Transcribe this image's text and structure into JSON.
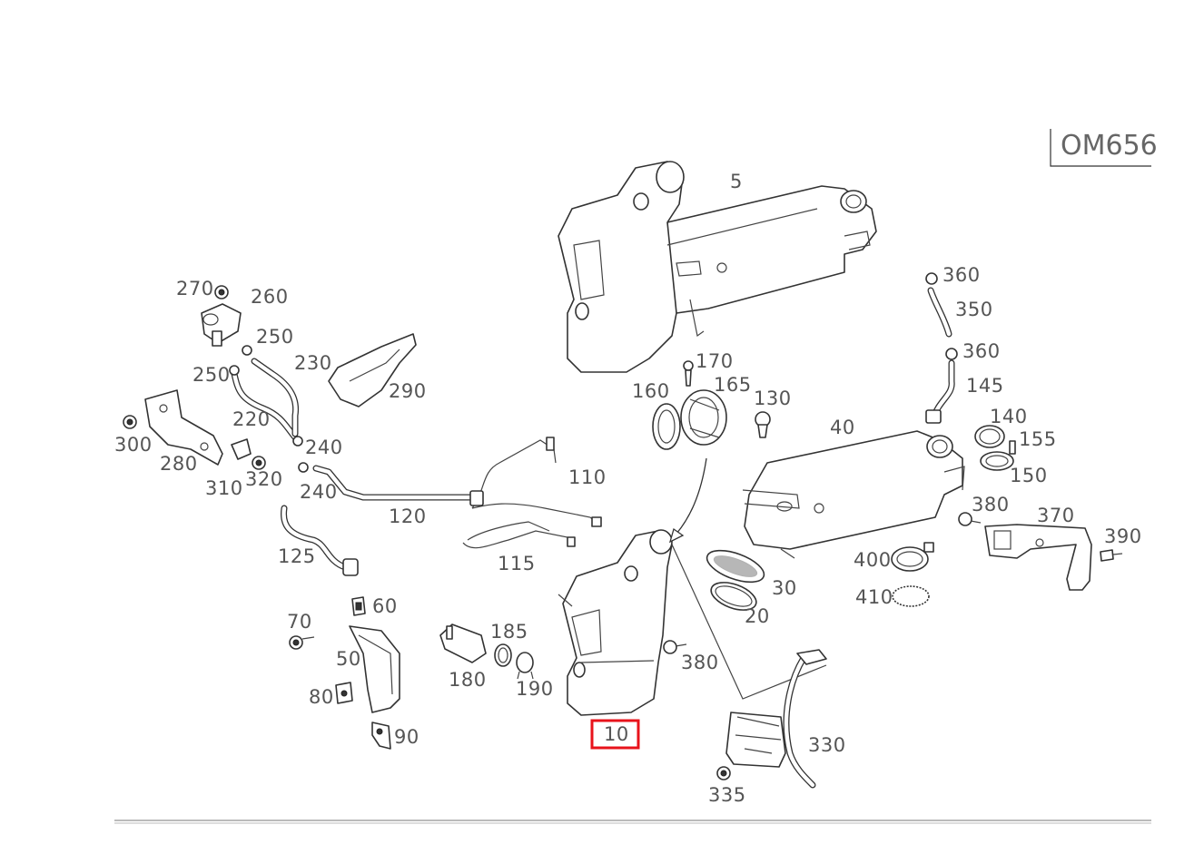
{
  "engine_code": "OM656",
  "highlighted_part": "10",
  "labels": {
    "p5": "5",
    "p10": "10",
    "p20": "20",
    "p30": "30",
    "p40": "40",
    "p50": "50",
    "p60": "60",
    "p70": "70",
    "p80": "80",
    "p90": "90",
    "p110": "110",
    "p115": "115",
    "p120": "120",
    "p125": "125",
    "p130": "130",
    "p140": "140",
    "p145": "145",
    "p150": "150",
    "p155": "155",
    "p160": "160",
    "p165": "165",
    "p170": "170",
    "p180": "180",
    "p185": "185",
    "p190": "190",
    "p220": "220",
    "p230": "230",
    "p240a": "240",
    "p240b": "240",
    "p250a": "250",
    "p250b": "250",
    "p260": "260",
    "p270": "270",
    "p280": "280",
    "p290": "290",
    "p300": "300",
    "p310": "310",
    "p320": "320",
    "p330": "330",
    "p335": "335",
    "p350": "350",
    "p360a": "360",
    "p360b": "360",
    "p370": "370",
    "p380a": "380",
    "p380b": "380",
    "p390": "390",
    "p400": "400",
    "p410": "410"
  },
  "colors": {
    "highlight": "#e8131b",
    "line": "#333333",
    "label": "#555555"
  }
}
